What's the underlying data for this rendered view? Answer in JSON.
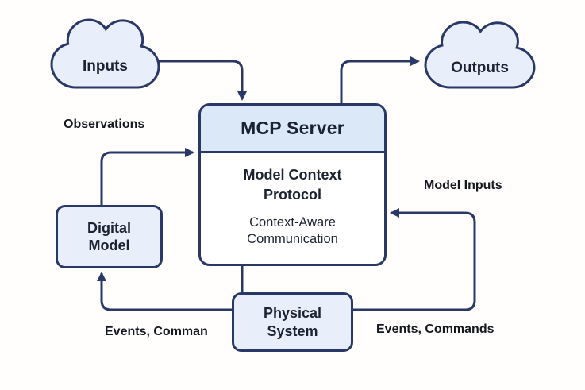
{
  "diagram_title": "MCP Server digital twin communication diagram",
  "colors": {
    "line": "#293866",
    "node_fill": "#e8effb",
    "header_fill": "#dbe8f8",
    "body_fill": "#ffffff",
    "text": "#1b2232"
  },
  "clouds": {
    "inputs": {
      "label": "Inputs"
    },
    "outputs": {
      "label": "Outputs"
    }
  },
  "mcp_server": {
    "title": "MCP Server",
    "protocol": "Model Context Protocol",
    "description": "Context-Aware Communication"
  },
  "nodes": {
    "digital_model": {
      "label": "Digital Model"
    },
    "physical_system": {
      "label": "Physical System"
    }
  },
  "edge_labels": {
    "observations": "Observations",
    "model_inputs": "Model Inputs",
    "events_comman": "Events, Comman",
    "events_commands": "Events, Commands"
  }
}
